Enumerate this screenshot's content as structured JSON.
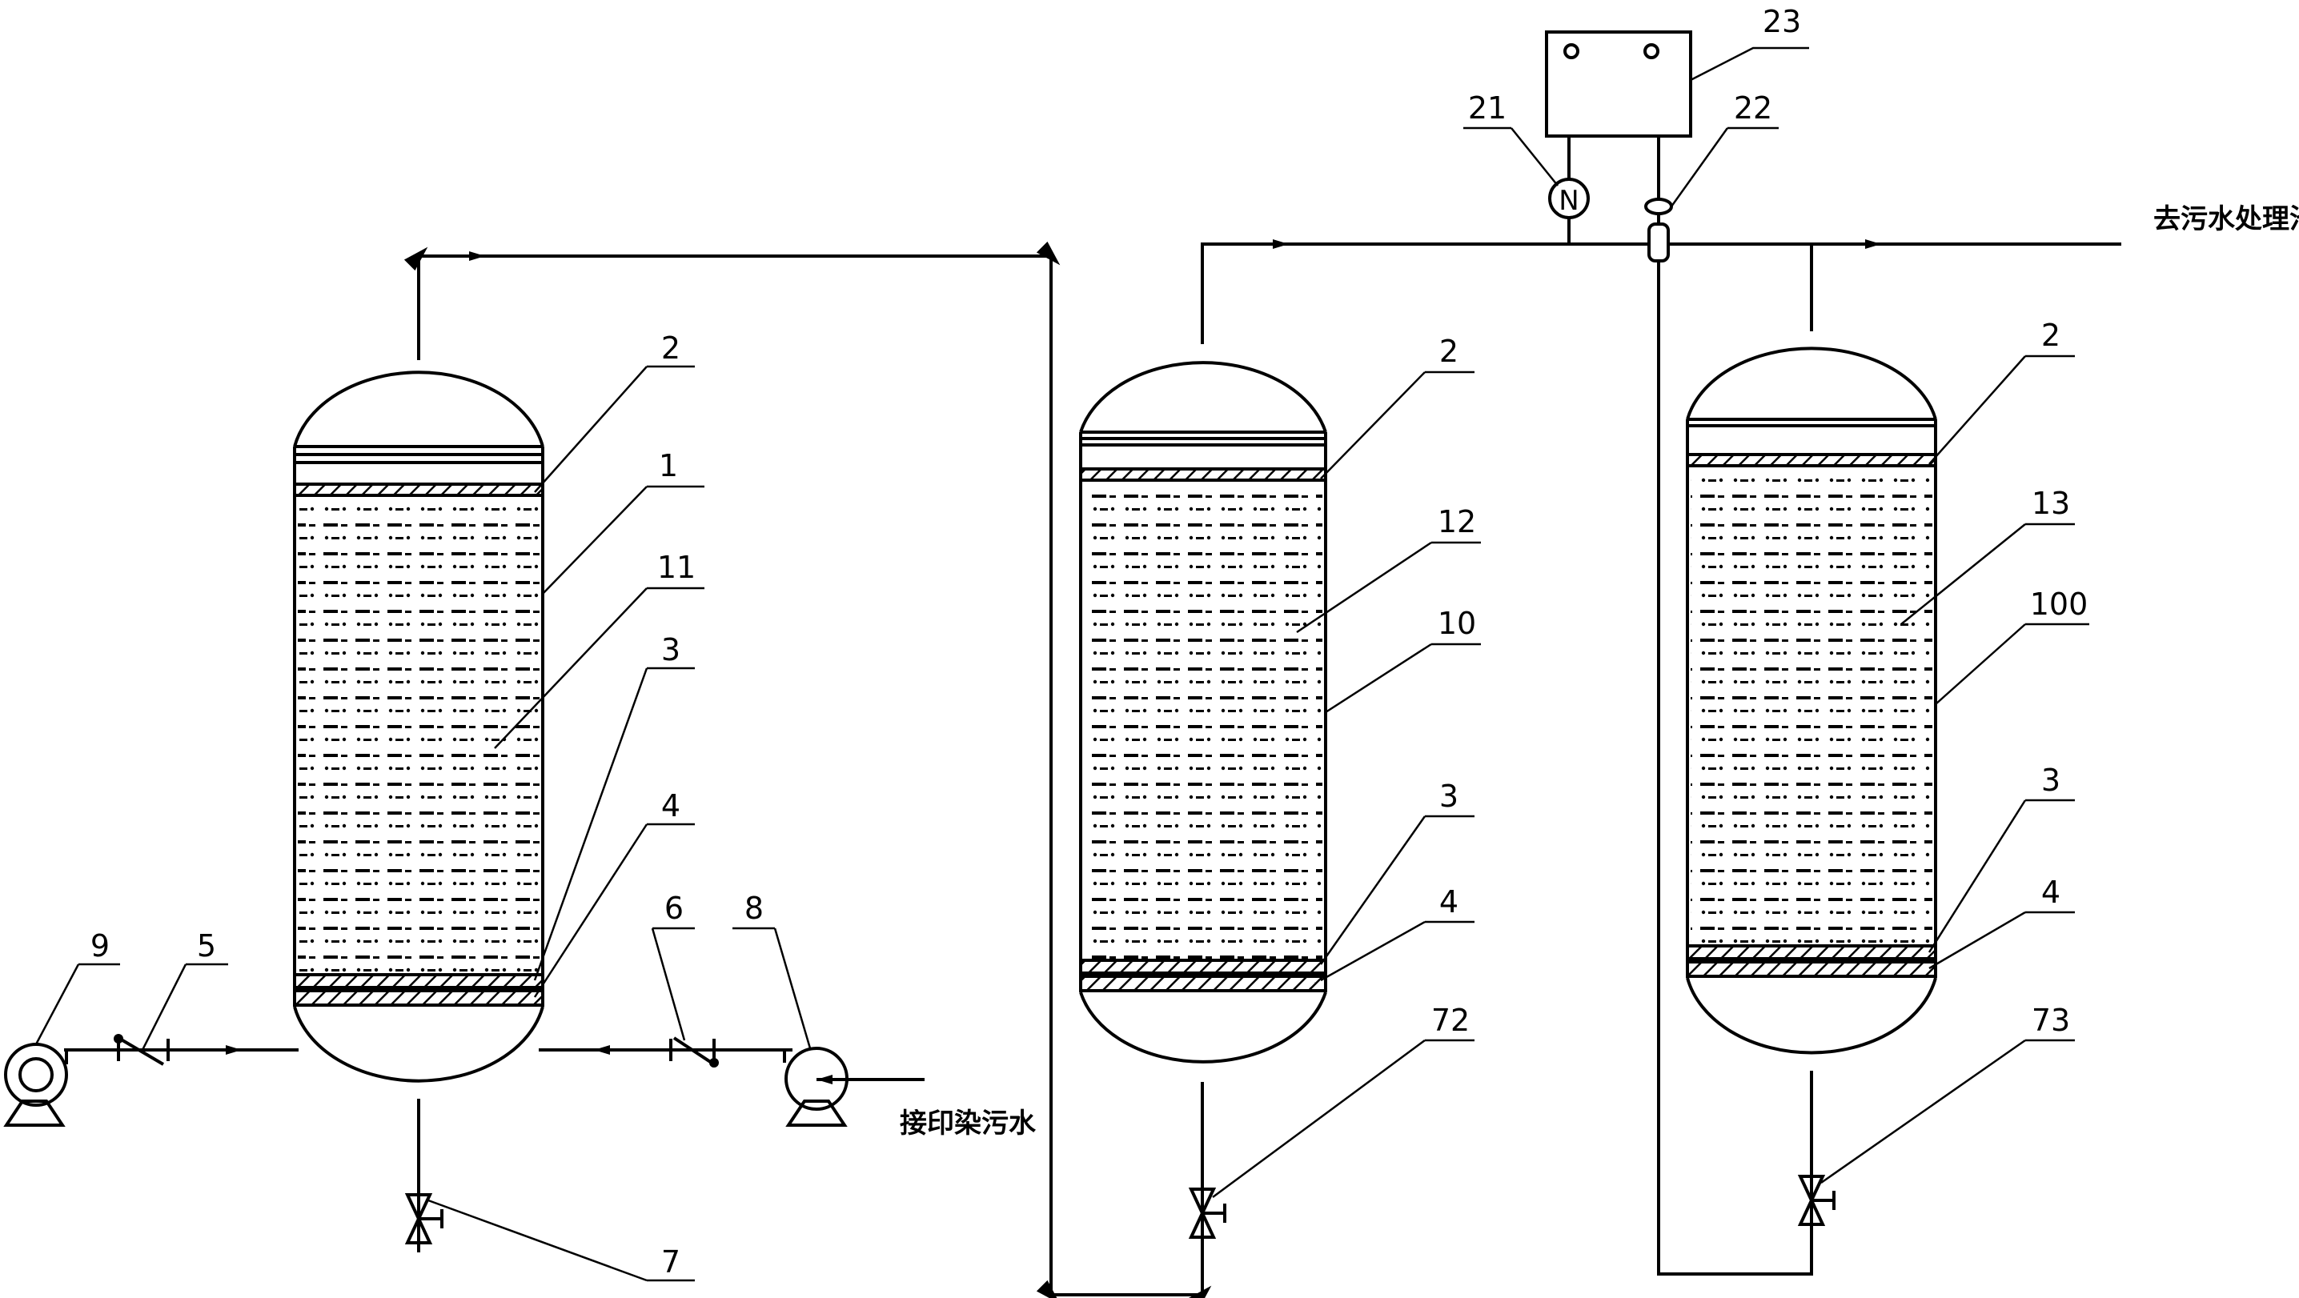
{
  "labels": {
    "l1": "1",
    "l2a": "2",
    "l2b": "2",
    "l2c": "2",
    "l3a": "3",
    "l3b": "3",
    "l3c": "3",
    "l4a": "4",
    "l4b": "4",
    "l4c": "4",
    "l5": "5",
    "l6": "6",
    "l7": "7",
    "l8": "8",
    "l9": "9",
    "l10": "10",
    "l11": "11",
    "l12": "12",
    "l13": "13",
    "l21": "21",
    "l22": "22",
    "l23": "23",
    "l72": "72",
    "l73": "73",
    "l100": "100"
  },
  "captions": {
    "inlet": "接印染污水",
    "outlet": "去污水处理池"
  },
  "meter_symbol": "N",
  "colors": {
    "line": "#000000",
    "background": "#ffffff"
  }
}
